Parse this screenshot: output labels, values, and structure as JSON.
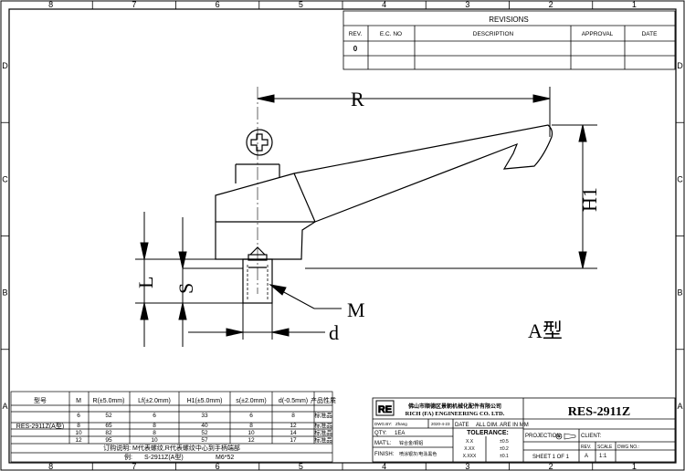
{
  "border": {
    "cols_top": [
      "8",
      "7",
      "6",
      "5",
      "4",
      "3",
      "2",
      "1"
    ],
    "cols_bottom": [
      "8",
      "7",
      "6",
      "5",
      "4",
      "3",
      "2",
      "1"
    ],
    "rows_left": [
      "D",
      "C",
      "B",
      "A"
    ],
    "rows_right": [
      "D",
      "C",
      "B",
      "A"
    ]
  },
  "revisions": {
    "title": "REVISIONS",
    "headers": [
      "REV.",
      "E.C. NO",
      "DESCRIPTION",
      "APPROVAL",
      "DATE"
    ],
    "rows": [
      [
        "0",
        "",
        "",
        "",
        ""
      ]
    ]
  },
  "drawing": {
    "dim_R": "R",
    "dim_H1": "H1",
    "dim_L": "L",
    "dim_S": "S",
    "dim_M": "M",
    "dim_d": "d",
    "variant": "A型"
  },
  "spec_table": {
    "headers": [
      "型号",
      "M",
      "R(±5.0mm)",
      "Lf(±2.0mm)",
      "H1(±5.0mm)",
      "s(±2.0mm)",
      "d(-0.5mm)",
      "产品性质"
    ],
    "model": "RES-2911Z(A型)",
    "rows": [
      [
        "6",
        "52",
        "6",
        "33",
        "6",
        "8",
        "标准品"
      ],
      [
        "8",
        "65",
        "8",
        "40",
        "8",
        "12",
        "标准品"
      ],
      [
        "10",
        "82",
        "8",
        "52",
        "10",
        "14",
        "标准品"
      ],
      [
        "12",
        "95",
        "10",
        "57",
        "12",
        "17",
        "标准品"
      ]
    ],
    "note": "订购说明: M代表螺纹,R代表螺纹中心到手柄端部",
    "example_label": "例:",
    "example_part": "S-2911Z(A型)",
    "example_size": "M6*52"
  },
  "title_block": {
    "logo": "RE",
    "company_cn": "佛山市顺德区景朝机械化配件有限公司",
    "company_en": "RICH (FA) ENGINEERING CO. LTD.",
    "part_no": "RES-2911Z",
    "dwg_by_label": "DWG.BY:",
    "dwg_by": "Zhang",
    "date_value": "2020-4-23",
    "date_label": "DATE",
    "all_dim": "ALL DIM. ARE IN MM",
    "qty_label": "QTY:",
    "qty": "1EA",
    "tolerance_label": "TOLERANCE:",
    "tol_rows": [
      [
        "X.X",
        "±0.5"
      ],
      [
        "X.XX",
        "±0.2"
      ],
      [
        "X.XXX",
        "±0.1"
      ]
    ],
    "matl_label": "MAT'L:",
    "matl": "锌合金/铜铝",
    "finish_label": "FINISH:",
    "finish": "喷涂银灰/电泳黑色",
    "projection_label": "PROJECTION:",
    "client_label": "CLIENT:",
    "rev_label": "REV.",
    "rev": "A",
    "scale_label": "SCALE",
    "scale": "1:1",
    "dwg_no_label": "DWG NO.:",
    "sheet": "SHEET 1 OF 1"
  }
}
